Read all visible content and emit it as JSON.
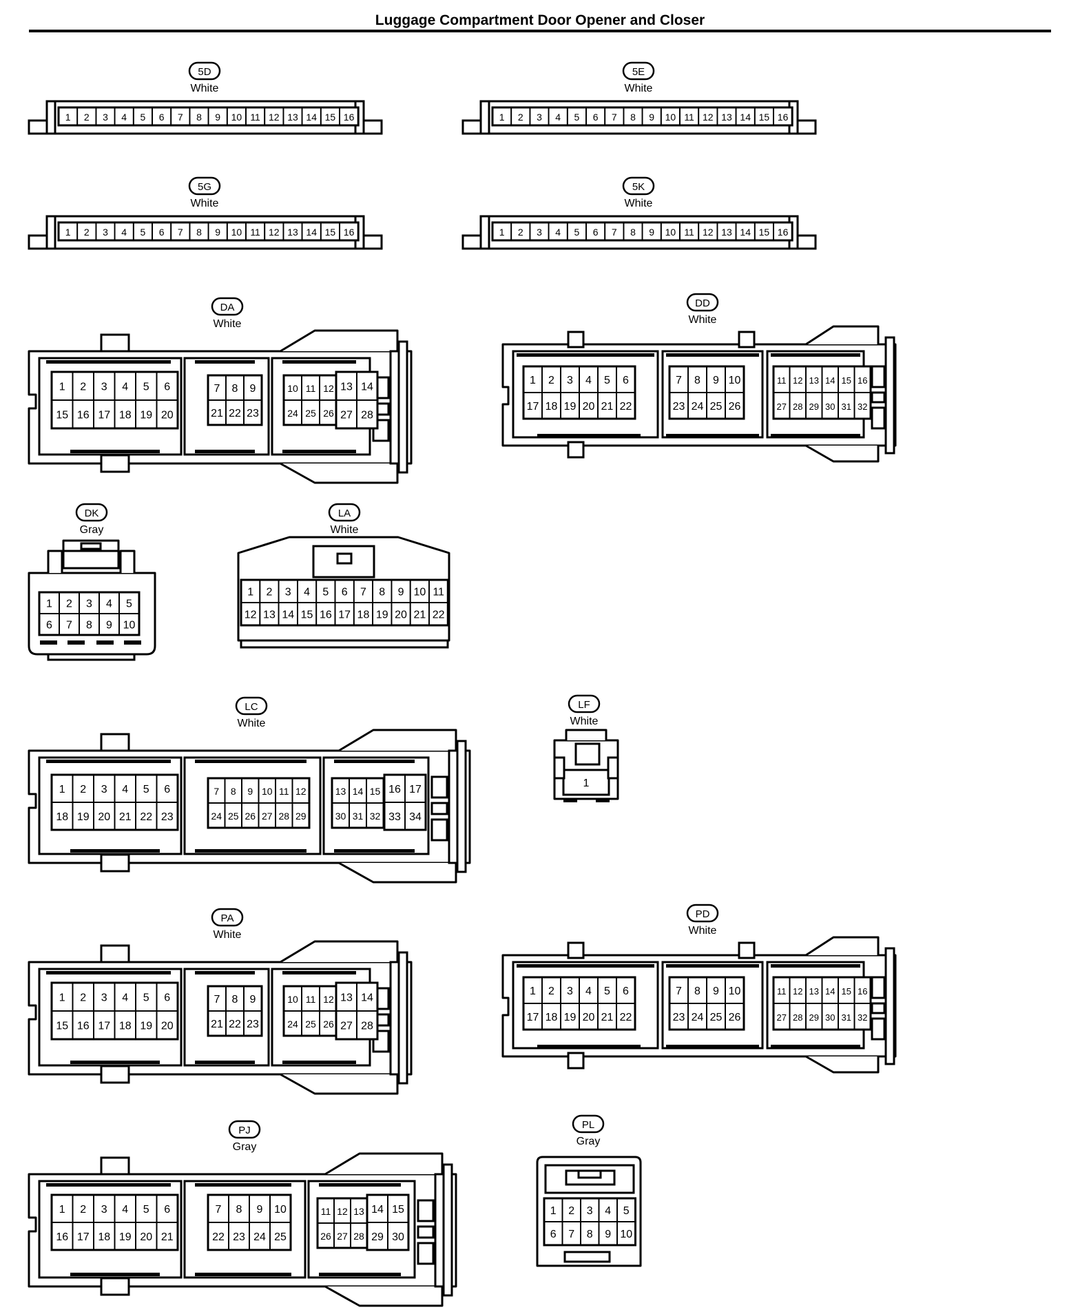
{
  "page": {
    "title": "Luggage Compartment Door Opener and Closer"
  },
  "connectors": {
    "c5D": {
      "id": "5D",
      "color": "White",
      "pins": [
        "1",
        "2",
        "3",
        "4",
        "5",
        "6",
        "7",
        "8",
        "9",
        "10",
        "11",
        "12",
        "13",
        "14",
        "15",
        "16"
      ]
    },
    "c5E": {
      "id": "5E",
      "color": "White",
      "pins": [
        "1",
        "2",
        "3",
        "4",
        "5",
        "6",
        "7",
        "8",
        "9",
        "10",
        "11",
        "12",
        "13",
        "14",
        "15",
        "16"
      ]
    },
    "c5G": {
      "id": "5G",
      "color": "White",
      "pins": [
        "1",
        "2",
        "3",
        "4",
        "5",
        "6",
        "7",
        "8",
        "9",
        "10",
        "11",
        "12",
        "13",
        "14",
        "15",
        "16"
      ]
    },
    "c5K": {
      "id": "5K",
      "color": "White",
      "pins": [
        "1",
        "2",
        "3",
        "4",
        "5",
        "6",
        "7",
        "8",
        "9",
        "10",
        "11",
        "12",
        "13",
        "14",
        "15",
        "16"
      ]
    },
    "cDA": {
      "id": "DA",
      "color": "White",
      "pins": [
        "1",
        "2",
        "3",
        "4",
        "5",
        "6",
        "15",
        "16",
        "17",
        "18",
        "19",
        "20",
        "7",
        "8",
        "9",
        "21",
        "22",
        "23",
        "10",
        "11",
        "12",
        "24",
        "25",
        "26",
        "13",
        "14",
        "27",
        "28"
      ]
    },
    "cDD": {
      "id": "DD",
      "color": "White",
      "pins": [
        "1",
        "2",
        "3",
        "4",
        "5",
        "6",
        "17",
        "18",
        "19",
        "20",
        "21",
        "22",
        "7",
        "8",
        "9",
        "10",
        "23",
        "24",
        "25",
        "26",
        "11",
        "12",
        "13",
        "14",
        "15",
        "16",
        "27",
        "28",
        "29",
        "30",
        "31",
        "32"
      ]
    },
    "cDK": {
      "id": "DK",
      "color": "Gray",
      "pins": [
        "1",
        "2",
        "3",
        "4",
        "5",
        "6",
        "7",
        "8",
        "9",
        "10"
      ]
    },
    "cLA": {
      "id": "LA",
      "color": "White",
      "pins": [
        "1",
        "2",
        "3",
        "4",
        "5",
        "6",
        "7",
        "8",
        "9",
        "10",
        "11",
        "12",
        "13",
        "14",
        "15",
        "16",
        "17",
        "18",
        "19",
        "20",
        "21",
        "22"
      ]
    },
    "cLC": {
      "id": "LC",
      "color": "White",
      "pins": [
        "1",
        "2",
        "3",
        "4",
        "5",
        "6",
        "18",
        "19",
        "20",
        "21",
        "22",
        "23",
        "7",
        "8",
        "9",
        "10",
        "11",
        "12",
        "24",
        "25",
        "26",
        "27",
        "28",
        "29",
        "13",
        "14",
        "15",
        "30",
        "31",
        "32",
        "16",
        "17",
        "33",
        "34"
      ]
    },
    "cLF": {
      "id": "LF",
      "color": "White",
      "pins": [
        "1"
      ]
    },
    "cPA": {
      "id": "PA",
      "color": "White",
      "pins": [
        "1",
        "2",
        "3",
        "4",
        "5",
        "6",
        "15",
        "16",
        "17",
        "18",
        "19",
        "20",
        "7",
        "8",
        "9",
        "21",
        "22",
        "23",
        "10",
        "11",
        "12",
        "24",
        "25",
        "26",
        "13",
        "14",
        "27",
        "28"
      ]
    },
    "cPD": {
      "id": "PD",
      "color": "White",
      "pins": [
        "1",
        "2",
        "3",
        "4",
        "5",
        "6",
        "17",
        "18",
        "19",
        "20",
        "21",
        "22",
        "7",
        "8",
        "9",
        "10",
        "23",
        "24",
        "25",
        "26",
        "11",
        "12",
        "13",
        "14",
        "15",
        "16",
        "27",
        "28",
        "29",
        "30",
        "31",
        "32"
      ]
    },
    "cPJ": {
      "id": "PJ",
      "color": "Gray",
      "pins": [
        "1",
        "2",
        "3",
        "4",
        "5",
        "6",
        "16",
        "17",
        "18",
        "19",
        "20",
        "21",
        "7",
        "8",
        "9",
        "10",
        "22",
        "23",
        "24",
        "25",
        "11",
        "12",
        "13",
        "26",
        "27",
        "28",
        "14",
        "15",
        "29",
        "30"
      ]
    },
    "cPL": {
      "id": "PL",
      "color": "Gray",
      "pins": [
        "1",
        "2",
        "3",
        "4",
        "5",
        "6",
        "7",
        "8",
        "9",
        "10"
      ]
    }
  }
}
